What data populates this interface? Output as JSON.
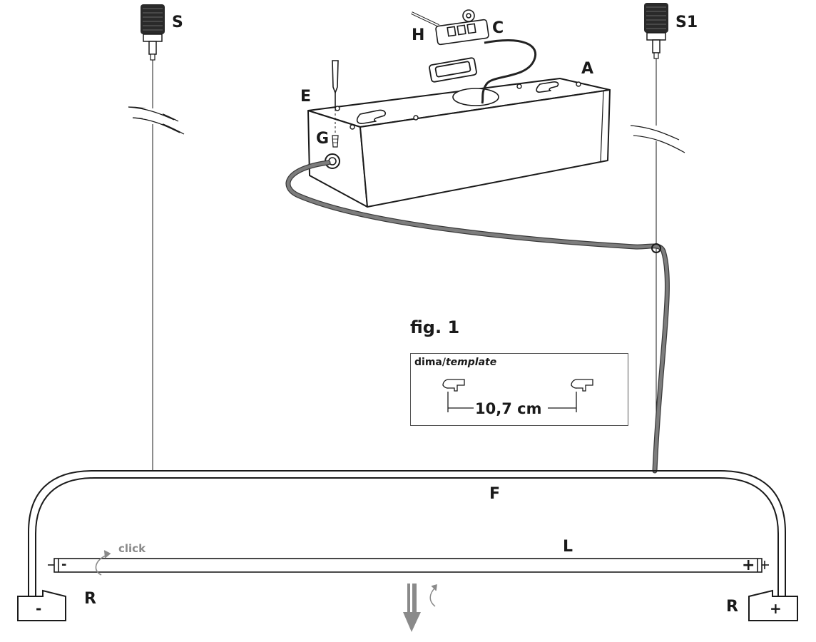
{
  "labels": {
    "S": "S",
    "S1": "S1",
    "H": "H",
    "C": "C",
    "A": "A",
    "E": "E",
    "G": "G",
    "F": "F",
    "L": "L",
    "R_left": "R",
    "R_right": "R"
  },
  "figure": {
    "caption": "fig. 1",
    "template_title_plain": "dima/",
    "template_title_italic": "template",
    "dimension": "10,7 cm"
  },
  "annotations": {
    "click": "click",
    "minus_terminal": "-",
    "plus_terminal": "+",
    "minus_tube": "-",
    "plus_tube": "+"
  },
  "colors": {
    "line": "#1a1a1a",
    "cable": "#7d7d7d",
    "cable_dark": "#3a3a3a",
    "arrow": "#8a8a8a"
  }
}
